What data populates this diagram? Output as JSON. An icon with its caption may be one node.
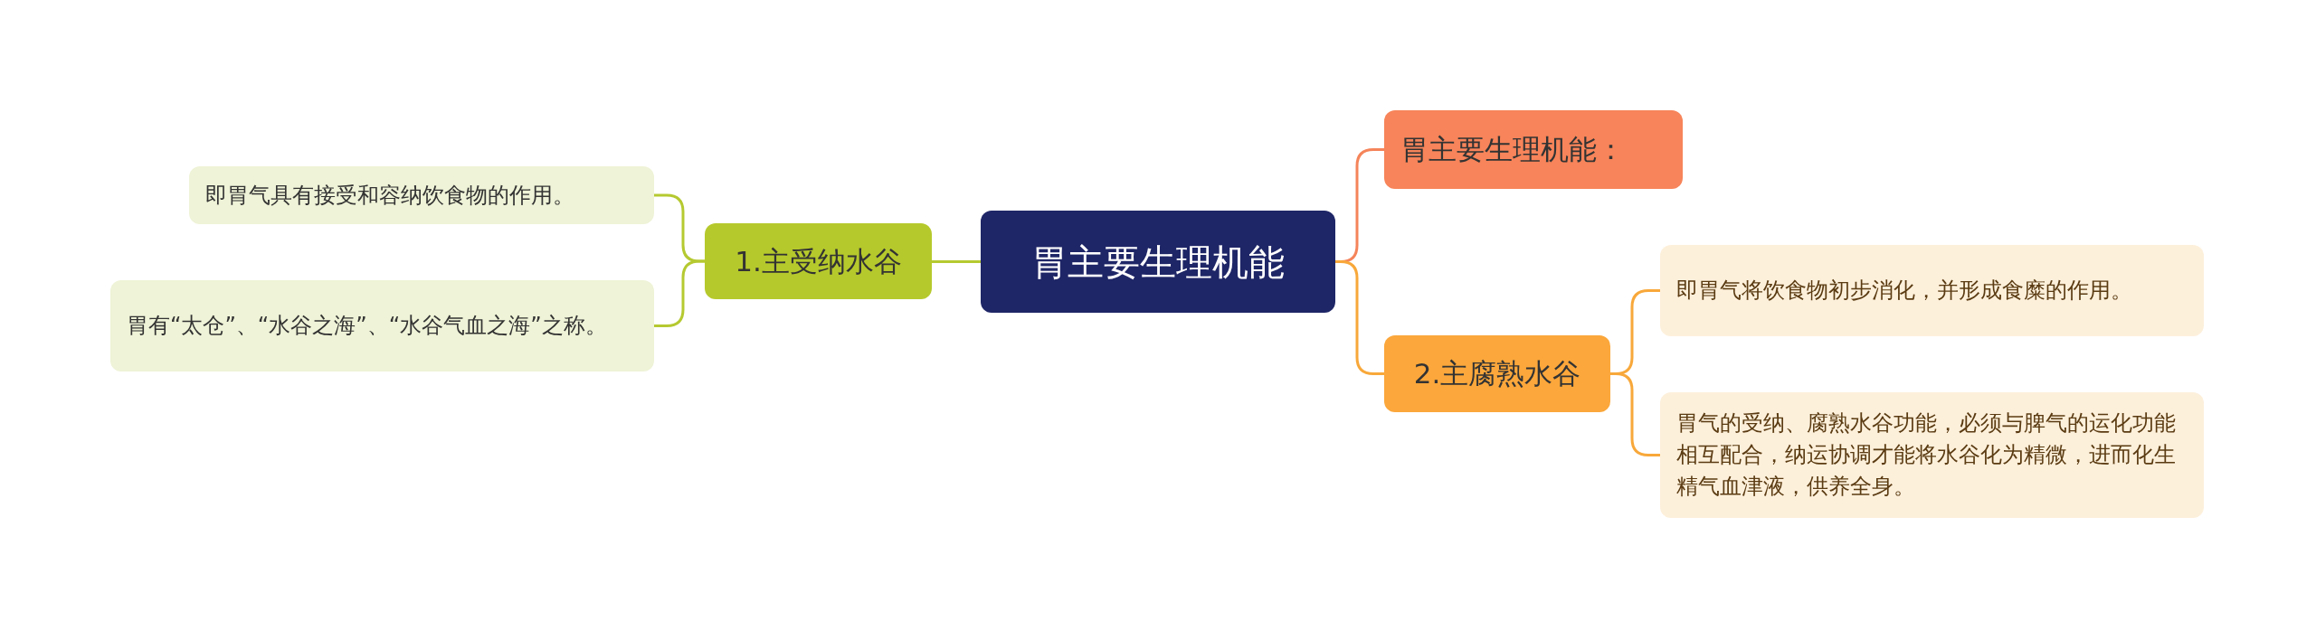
{
  "diagram": {
    "nodes": [
      {
        "text": [
          "胃主要生理机能"
        ]
      },
      {
        "text": [
          "1.主受纳水谷"
        ]
      },
      {
        "text": [
          "即胃气具有接受和容纳饮食物的作用。"
        ]
      },
      {
        "text": [
          "胃有“太仓”、“水谷之海”、“水谷气血之海”之称。"
        ]
      },
      {
        "text": [
          "胃主要生理机能："
        ]
      },
      {
        "text": [
          "2.主腐熟水谷"
        ]
      },
      {
        "text": [
          "即胃气将饮食物初步消化，并形成食糜的作用。"
        ]
      },
      {
        "text": [
          "胃气的受纳、腐熟水谷功能，必须与脾气的运化功能相互配合，纳运协调才能将水谷化为精微，进而化生精气血津液，供养全身。"
        ]
      }
    ],
    "edges": [
      {
        "from": 0,
        "to": 1,
        "arrow": "none",
        "color": "#b5c930"
      },
      {
        "from": 1,
        "to": 2,
        "arrow": "none",
        "color": "#b5c930"
      },
      {
        "from": 1,
        "to": 3,
        "arrow": "none",
        "color": "#b5c930"
      },
      {
        "from": 0,
        "to": 4,
        "arrow": "none",
        "color": "#f5845a"
      },
      {
        "from": 0,
        "to": 5,
        "arrow": "none",
        "color": "#f8a83a"
      },
      {
        "from": 5,
        "to": 6,
        "arrow": "none",
        "color": "#f8a83a"
      },
      {
        "from": 5,
        "to": 7,
        "arrow": "none",
        "color": "#f8a83a"
      }
    ]
  }
}
